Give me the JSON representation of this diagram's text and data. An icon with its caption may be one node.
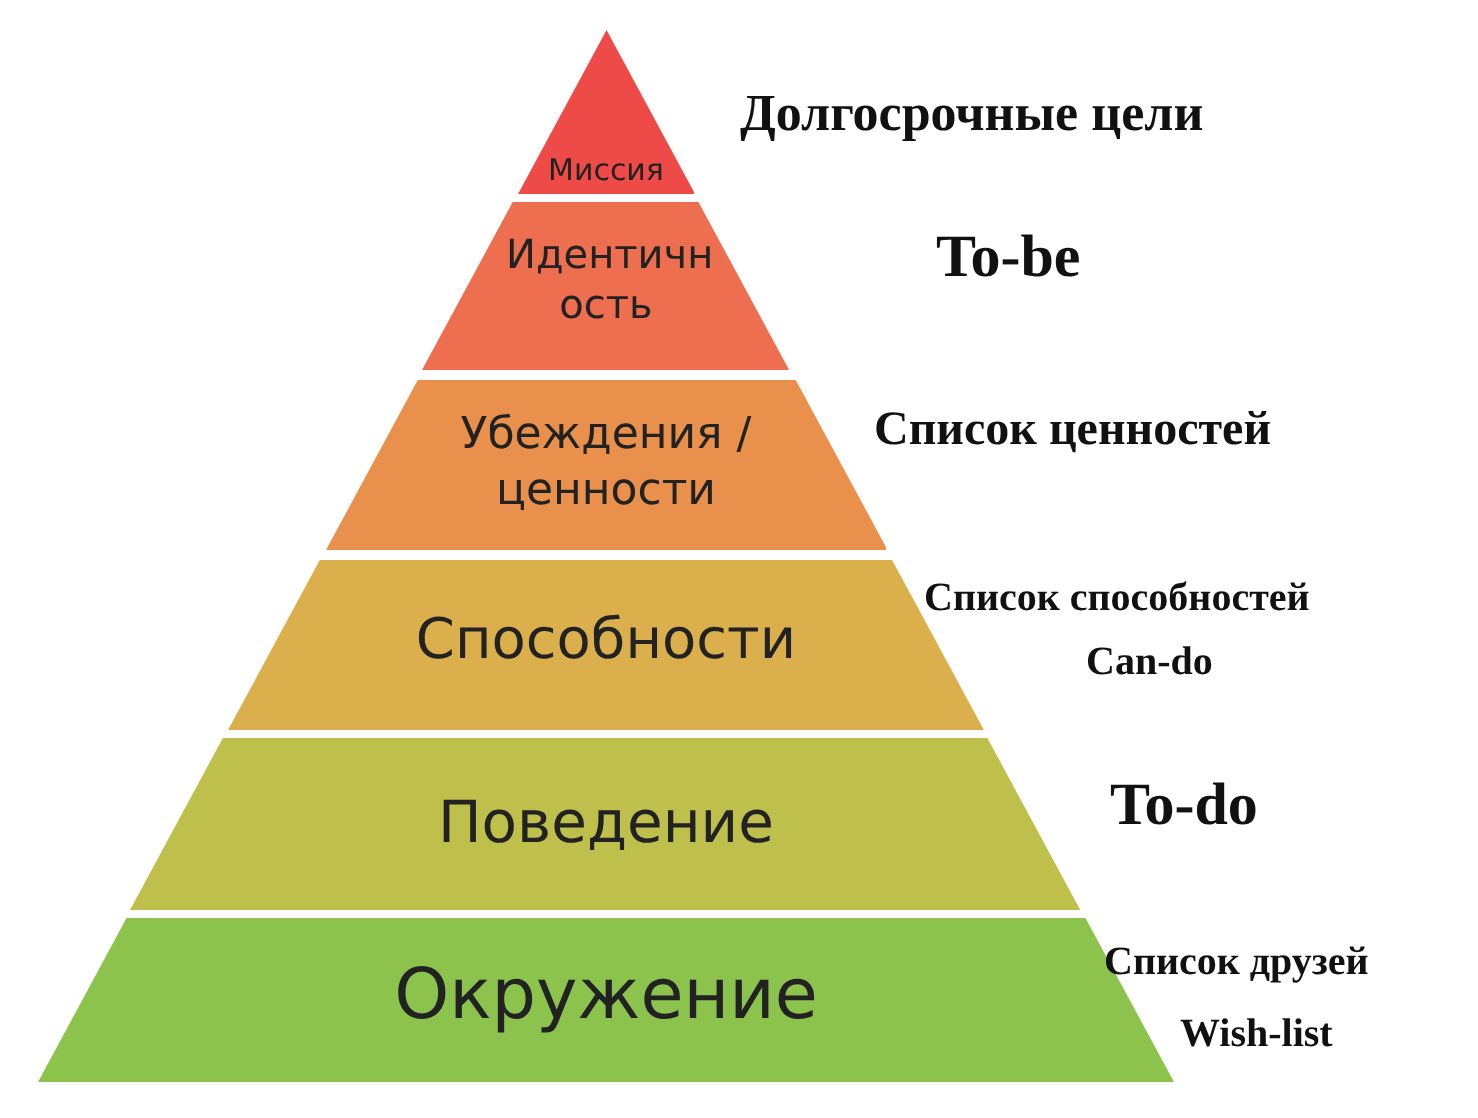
{
  "diagram": {
    "nodes": [
      {
        "text": [
          "Миссия"
        ],
        "beside": [
          "Долгосрочные цели"
        ]
      },
      {
        "text": [
          "Идентичн ость"
        ],
        "beside": [
          "To-be"
        ]
      },
      {
        "text": [
          "Убеждения / ценности"
        ],
        "beside": [
          "Список ценностей"
        ]
      },
      {
        "text": [
          "Способности"
        ],
        "beside": [
          "Список способностей",
          "Can-do"
        ]
      },
      {
        "text": [
          "Поведение"
        ],
        "beside": [
          "To-do"
        ]
      },
      {
        "text": [
          "Окружение"
        ],
        "beside": [
          "Список друзей",
          "Wish-list"
        ]
      }
    ]
  }
}
